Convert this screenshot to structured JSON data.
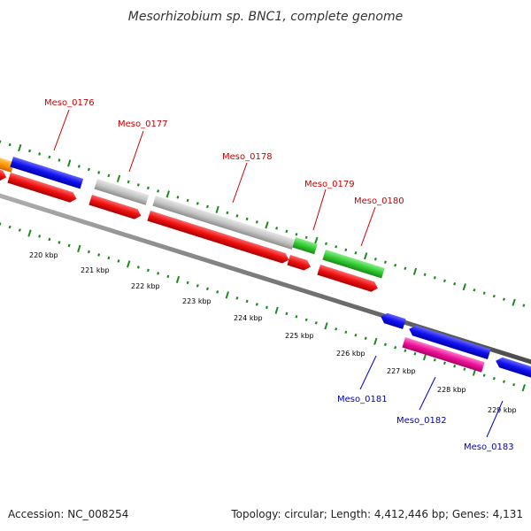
{
  "title": "Mesorhizobium sp. BNC1, complete genome",
  "footer": {
    "accession": "Accession: NC_008254",
    "topology": "Topology: circular; Length: 4,412,446 bp; Genes: 4,131"
  },
  "colors": {
    "backbone": "#7a7a7a",
    "tick": "#1f8a1f",
    "label_red": "#cc0000",
    "label_blue": "#0000cc",
    "red": "#ee1111",
    "blue": "#1111ee",
    "gray": "#c4c4c4",
    "green": "#33cc33",
    "magenta": "#ee1199",
    "orange": "#ff9900"
  },
  "kbp_labels": [
    "220 kbp",
    "221 kbp",
    "222 kbp",
    "223 kbp",
    "224 kbp",
    "225 kbp",
    "226 kbp",
    "227 kbp",
    "228 kbp",
    "229 kbp"
  ],
  "genes": [
    {
      "label": "Meso_0176",
      "strand": "+",
      "color": "blue"
    },
    {
      "label": "Meso_0177",
      "strand": "+",
      "color": "gray"
    },
    {
      "label": "Meso_0178",
      "strand": "+",
      "color": "gray"
    },
    {
      "label": "Meso_0179",
      "strand": "+",
      "color": "green"
    },
    {
      "label": "Meso_0180",
      "strand": "+",
      "color": "green"
    },
    {
      "label": "Meso_0181",
      "strand": "-",
      "color": "blue"
    },
    {
      "label": "Meso_0182",
      "strand": "-",
      "color": "magenta"
    },
    {
      "label": "Meso_0183",
      "strand": "-",
      "color": "blue"
    }
  ]
}
